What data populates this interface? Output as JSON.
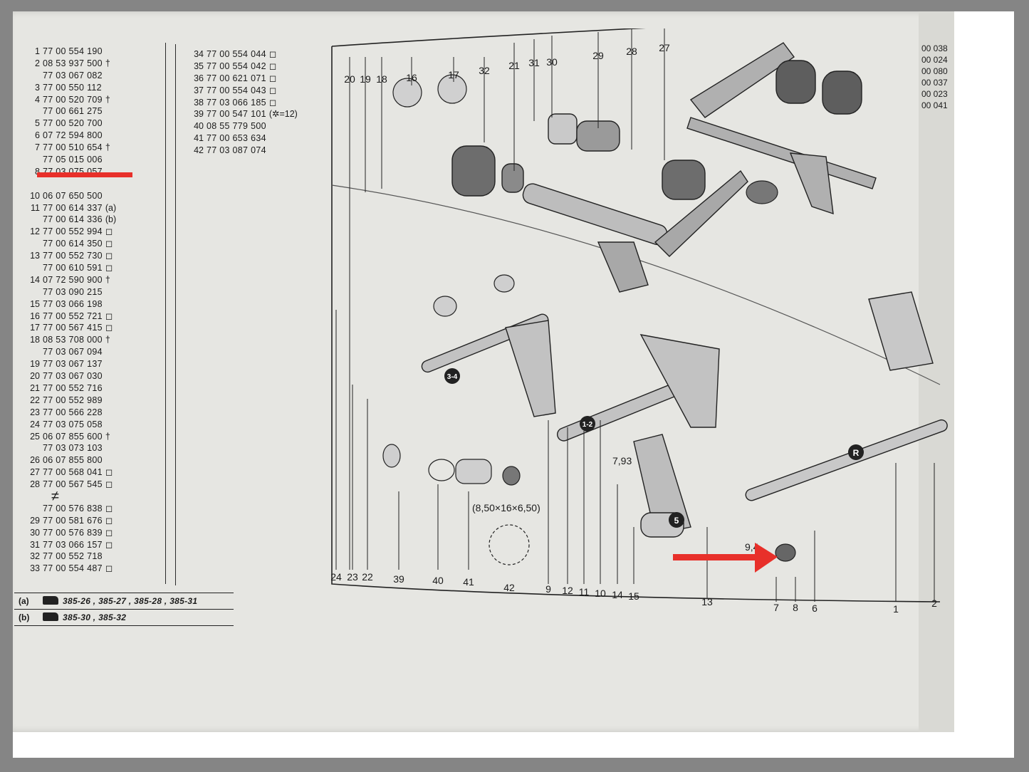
{
  "parts_left": [
    {
      "n": "1",
      "code": "77 00 554 190",
      "mark": ""
    },
    {
      "n": "2",
      "code": "08 53 937 500",
      "mark": "†"
    },
    {
      "n": "",
      "code": "77 03 067 082",
      "mark": ""
    },
    {
      "n": "3",
      "code": "77 00 550 112",
      "mark": ""
    },
    {
      "n": "4",
      "code": "77 00 520 709",
      "mark": "†"
    },
    {
      "n": "",
      "code": "77 00 661 275",
      "mark": ""
    },
    {
      "n": "5",
      "code": "77 00 520 700",
      "mark": ""
    },
    {
      "n": "6",
      "code": "07 72 594 800",
      "mark": ""
    },
    {
      "n": "7",
      "code": "77 00 510 654",
      "mark": "†"
    },
    {
      "n": "",
      "code": "77 05 015 006",
      "mark": ""
    },
    {
      "n": "8",
      "code": "77 03 075 057",
      "mark": ""
    },
    {
      "n": "",
      "code": "",
      "mark": ""
    },
    {
      "n": "10",
      "code": "06 07 650 500",
      "mark": ""
    },
    {
      "n": "11",
      "code": "77 00 614 337",
      "mark": "(a)"
    },
    {
      "n": "",
      "code": "77 00 614 336",
      "mark": "(b)"
    },
    {
      "n": "12",
      "code": "77 00 552 994",
      "mark": "◻"
    },
    {
      "n": "",
      "code": "77 00 614 350",
      "mark": "◻"
    },
    {
      "n": "13",
      "code": "77 00 552 730",
      "mark": "◻"
    },
    {
      "n": "",
      "code": "77 00 610 591",
      "mark": "◻"
    },
    {
      "n": "14",
      "code": "07 72 590 900",
      "mark": "†"
    },
    {
      "n": "",
      "code": "77 03 090 215",
      "mark": ""
    },
    {
      "n": "15",
      "code": "77 03 066 198",
      "mark": ""
    },
    {
      "n": "16",
      "code": "77 00 552 721",
      "mark": "◻"
    },
    {
      "n": "17",
      "code": "77 00 567 415",
      "mark": "◻"
    },
    {
      "n": "18",
      "code": "08 53 708 000",
      "mark": "†"
    },
    {
      "n": "",
      "code": "77 03 067 094",
      "mark": ""
    },
    {
      "n": "19",
      "code": "77 03 067 137",
      "mark": ""
    },
    {
      "n": "20",
      "code": "77 03 067 030",
      "mark": ""
    },
    {
      "n": "21",
      "code": "77 00 552 716",
      "mark": ""
    },
    {
      "n": "22",
      "code": "77 00 552 989",
      "mark": ""
    },
    {
      "n": "23",
      "code": "77 00 566 228",
      "mark": ""
    },
    {
      "n": "24",
      "code": "77 03 075 058",
      "mark": ""
    },
    {
      "n": "25",
      "code": "06 07 855 600",
      "mark": "†"
    },
    {
      "n": "",
      "code": "77 03 073 103",
      "mark": ""
    },
    {
      "n": "26",
      "code": "06 07 855 800",
      "mark": ""
    },
    {
      "n": "27",
      "code": "77 00 568 041",
      "mark": "◻"
    },
    {
      "n": "28",
      "code": "77 00 567 545",
      "mark": "◻"
    },
    {
      "n": "",
      "code": "≠",
      "mark": ""
    },
    {
      "n": "",
      "code": "77 00 576 838",
      "mark": "◻"
    },
    {
      "n": "29",
      "code": "77 00 581 676",
      "mark": "◻"
    },
    {
      "n": "30",
      "code": "77 00 576 839",
      "mark": "◻"
    },
    {
      "n": "31",
      "code": "77 03 066 157",
      "mark": "◻"
    },
    {
      "n": "32",
      "code": "77 00 552 718",
      "mark": ""
    },
    {
      "n": "33",
      "code": "77 00 554 487",
      "mark": "◻"
    }
  ],
  "parts_mid": [
    {
      "n": "34",
      "code": "77 00 554 044",
      "mark": "◻"
    },
    {
      "n": "35",
      "code": "77 00 554 042",
      "mark": "◻"
    },
    {
      "n": "36",
      "code": "77 00 621 071",
      "mark": "◻"
    },
    {
      "n": "37",
      "code": "77 00 554 043",
      "mark": "◻"
    },
    {
      "n": "38",
      "code": "77 03 066 185",
      "mark": "◻"
    },
    {
      "n": "39",
      "code": "77 00 547 101",
      "mark": "(✲=12)"
    },
    {
      "n": "40",
      "code": "08 55 779 500",
      "mark": ""
    },
    {
      "n": "41",
      "code": "77 00 653 634",
      "mark": ""
    },
    {
      "n": "42",
      "code": "77 03 087 074",
      "mark": ""
    }
  ],
  "notes": [
    {
      "tag": "(a)",
      "text": "385-26 , 385-27 , 385-28 , 385-31"
    },
    {
      "tag": "(b)",
      "text": "385-30 , 385-32"
    }
  ],
  "right_partial": [
    "00 038",
    "00 024",
    "00 080",
    "00 037",
    "00 023",
    "00 041"
  ],
  "callouts_top": [
    "20",
    "19",
    "18",
    "16",
    "17",
    "32",
    "21",
    "31",
    "30",
    "29",
    "28",
    "27"
  ],
  "callouts_bottom": [
    "24",
    "23",
    "22",
    "39",
    "40",
    "41",
    "42",
    "9",
    "12",
    "11",
    "10",
    "14",
    "15",
    "13",
    "7",
    "8",
    "6",
    "1",
    "2"
  ],
  "labels": {
    "gear_34": "3-4",
    "gear_12": "1-2",
    "gear_5": "5",
    "gear_r": "R",
    "dim_793": "7,93",
    "dim_94": "9,4",
    "spring_dims": "(8,50×16×6,50)"
  },
  "highlight_color": "#e8302a"
}
